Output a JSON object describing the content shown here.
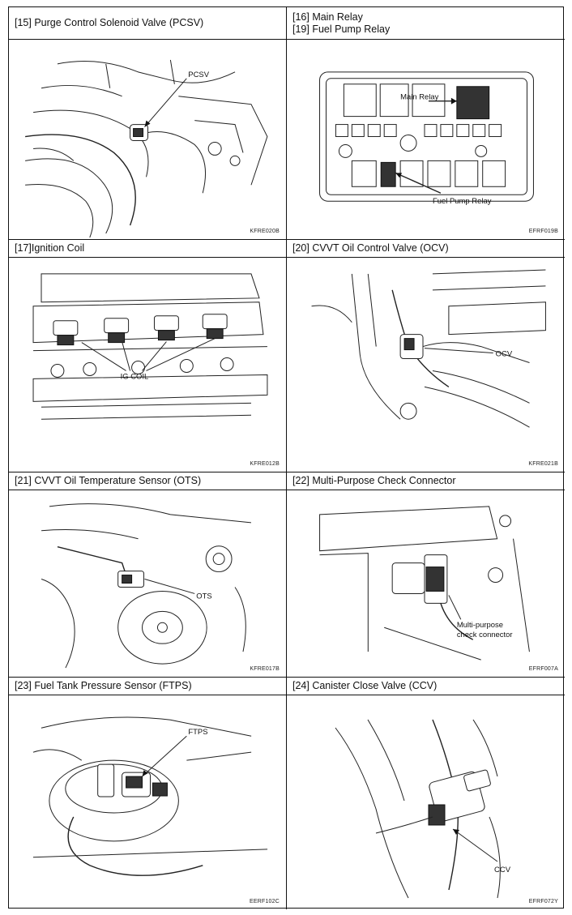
{
  "cells": [
    {
      "title": "[15] Purge Control Solenoid Valve (PCSV)",
      "labels": [
        "PCSV"
      ],
      "code": "KFRE020B"
    },
    {
      "title": "[16] Main Relay",
      "title2": "[19] Fuel Pump Relay",
      "labels": [
        "Main Relay",
        "Fuel Pump Relay"
      ],
      "code": "EFRF019B"
    },
    {
      "title": "[17]Ignition Coil",
      "labels": [
        "IG COIL"
      ],
      "code": "KFRE012B"
    },
    {
      "title": "[20] CVVT Oil Control Valve (OCV)",
      "labels": [
        "OCV"
      ],
      "code": "KFRE021B"
    },
    {
      "title": "[21] CVVT Oil Temperature Sensor (OTS)",
      "labels": [
        "OTS"
      ],
      "code": "KFRE017B"
    },
    {
      "title": "[22] Multi-Purpose Check Connector",
      "labels": [
        "Multi-purpose",
        "check connector"
      ],
      "code": "EFRF007A"
    },
    {
      "title": "[23] Fuel Tank Pressure Sensor (FTPS)",
      "labels": [
        "FTPS"
      ],
      "code": "EERF102C"
    },
    {
      "title": "[24] Canister Close Valve (CCV)",
      "labels": [
        "CCV"
      ],
      "code": "EFRF072Y"
    }
  ]
}
